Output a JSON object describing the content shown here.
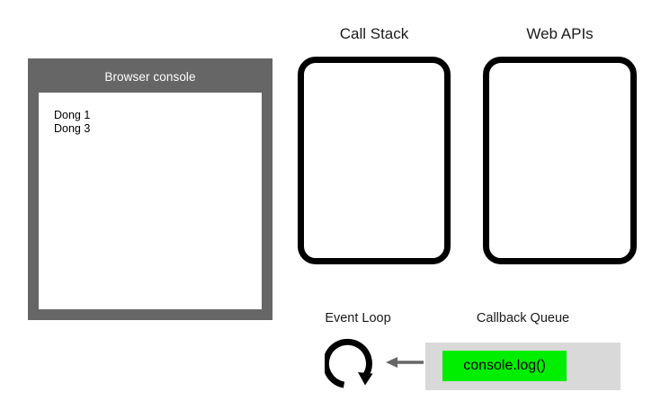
{
  "browser_console": {
    "title": "Browser console",
    "lines": [
      "Dong 1",
      "Dong 3"
    ]
  },
  "call_stack": {
    "label": "Call Stack",
    "items": []
  },
  "web_apis": {
    "label": "Web APIs",
    "items": []
  },
  "event_loop": {
    "label": "Event Loop",
    "icon": "circular-arrow-icon"
  },
  "flow_arrow": {
    "icon": "arrow-left-icon",
    "direction": "left"
  },
  "callback_queue": {
    "label": "Callback Queue",
    "items": [
      {
        "text": "console.log()",
        "color": "#00ee00"
      }
    ]
  },
  "colors": {
    "background": "#ffffff",
    "console_panel": "#666666",
    "console_text_area": "#ffffff",
    "box_stroke": "#000000",
    "queue_box": "#d9d9d9",
    "queue_item": "#00ee00",
    "arrow": "#666666",
    "label_text": "#1a1a1a",
    "console_title_text": "#ffffff"
  }
}
